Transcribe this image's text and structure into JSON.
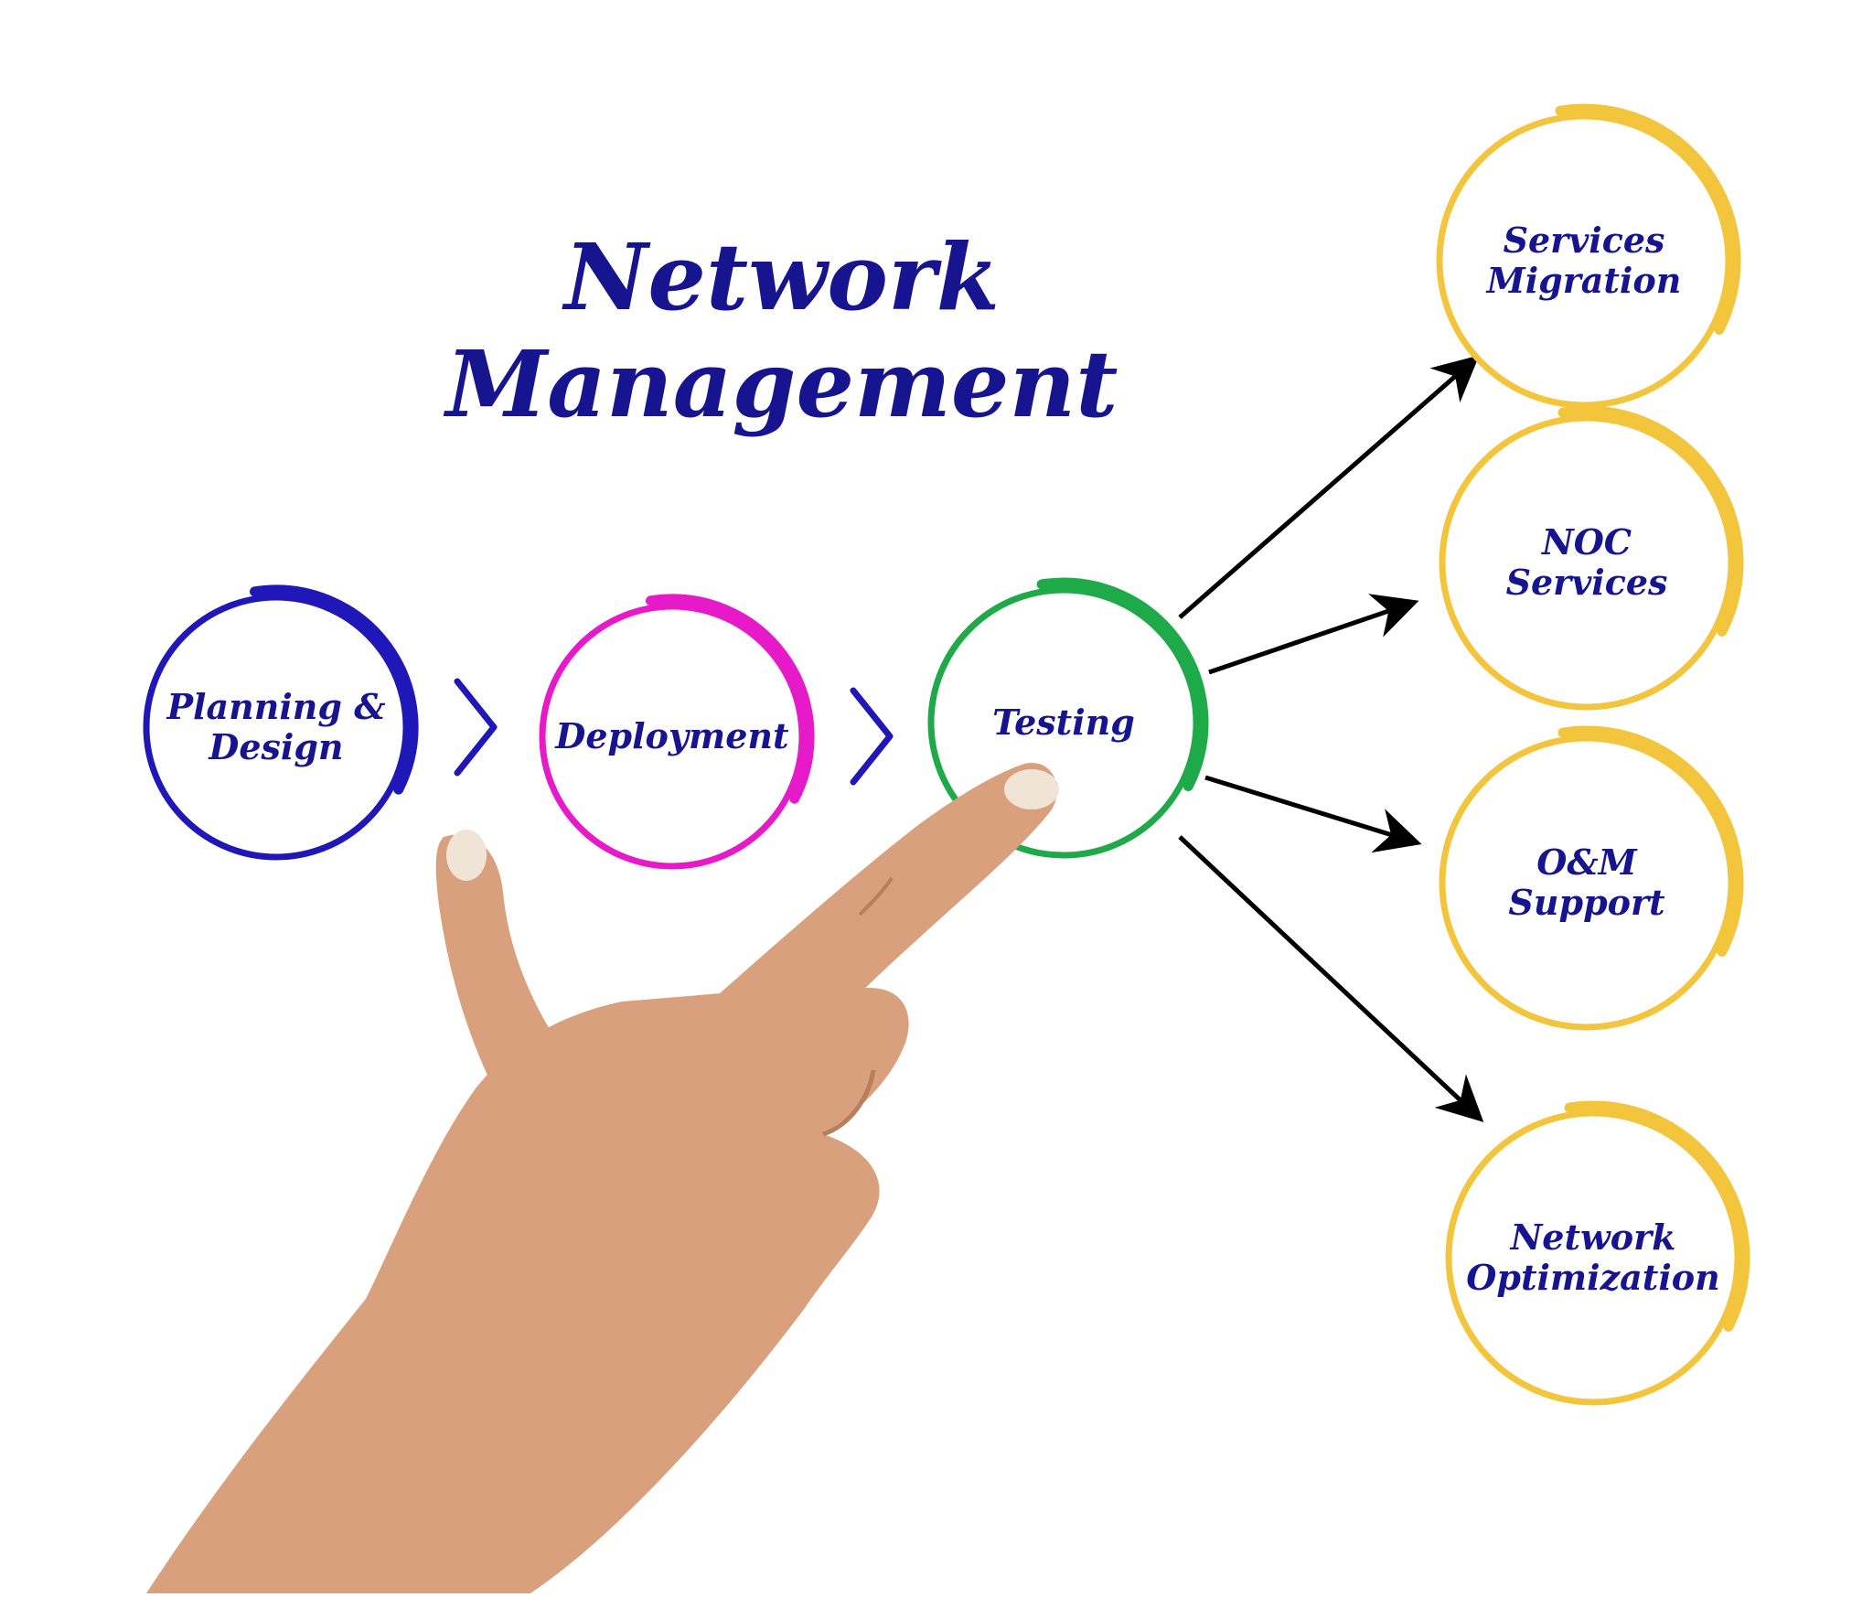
{
  "title": {
    "line1": "Network",
    "line2": "Management"
  },
  "colors": {
    "text": "#16148f",
    "planning": "#1f17b8",
    "deployment": "#e61ac8",
    "testing": "#1faa4a",
    "outcome": "#f2c53d",
    "chevron": "#1f17b8",
    "arrow": "#000000",
    "skin": "#d8a07c",
    "nail": "#efe4d6"
  },
  "process": [
    {
      "id": "planning",
      "lines": [
        "Planning &",
        "Design"
      ]
    },
    {
      "id": "deployment",
      "lines": [
        "Deployment"
      ]
    },
    {
      "id": "testing",
      "lines": [
        "Testing"
      ]
    }
  ],
  "outcomes": [
    {
      "id": "services-migration",
      "lines": [
        "Services",
        "Migration"
      ]
    },
    {
      "id": "noc-services",
      "lines": [
        "NOC",
        "Services"
      ]
    },
    {
      "id": "om-support",
      "lines": [
        "O&M",
        "Support"
      ]
    },
    {
      "id": "network-optimization",
      "lines": [
        "Network",
        "Optimization"
      ]
    }
  ],
  "icons": {
    "pointer": "pointing-hand-icon",
    "connector": "chevron-right-icon",
    "flow": "arrow-icon"
  }
}
